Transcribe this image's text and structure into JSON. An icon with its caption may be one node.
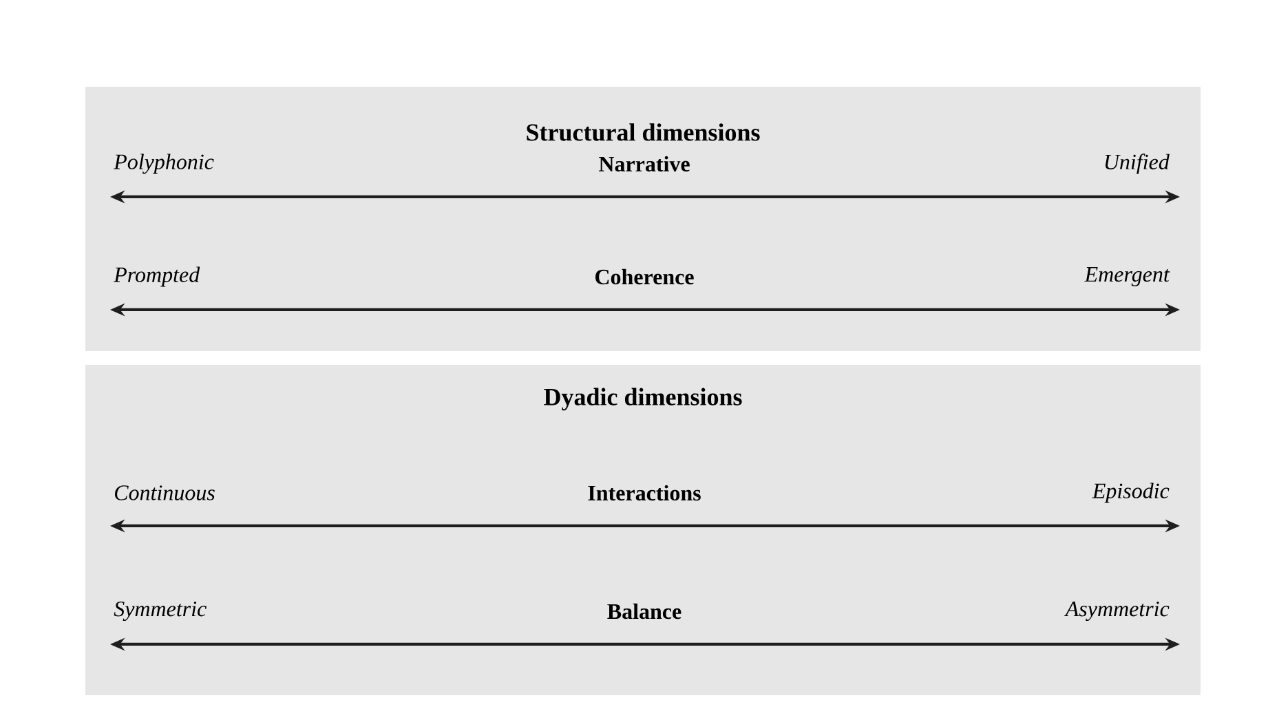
{
  "diagram": {
    "nodes": [
      {
        "text": [
          "Structural dimensions"
        ]
      },
      {
        "text": [
          "Dyadic dimensions"
        ]
      }
    ],
    "labels": [
      "Polyphonic",
      "Narrative",
      "Unified",
      "Prompted",
      "Coherence",
      "Emergent",
      "Continuous",
      "Interactions",
      "Episodic",
      "Symmetric",
      "Balance",
      "Asymmetric"
    ]
  }
}
